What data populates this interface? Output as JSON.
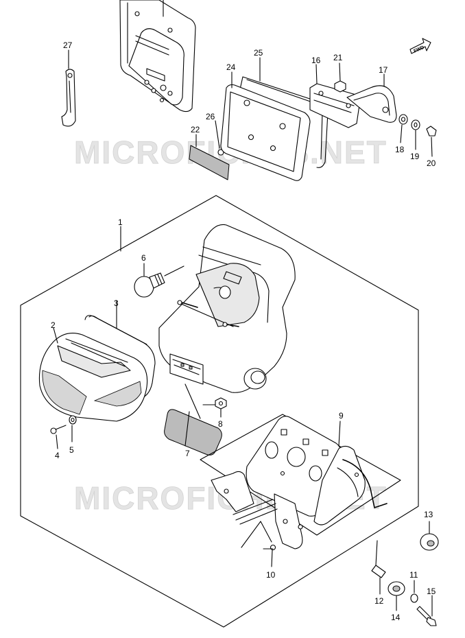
{
  "watermark": "MICROFICHES.NET",
  "fwd_label": "FWD",
  "callouts": [
    {
      "id": "1",
      "label": "1"
    },
    {
      "id": "2",
      "label": "2"
    },
    {
      "id": "3",
      "label": "3"
    },
    {
      "id": "4",
      "label": "4"
    },
    {
      "id": "5",
      "label": "5"
    },
    {
      "id": "6",
      "label": "6"
    },
    {
      "id": "7",
      "label": "7"
    },
    {
      "id": "8",
      "label": "8"
    },
    {
      "id": "9",
      "label": "9"
    },
    {
      "id": "10",
      "label": "10"
    },
    {
      "id": "11",
      "label": "11"
    },
    {
      "id": "12",
      "label": "12"
    },
    {
      "id": "13",
      "label": "13"
    },
    {
      "id": "14",
      "label": "14"
    },
    {
      "id": "15",
      "label": "15"
    },
    {
      "id": "16",
      "label": "16"
    },
    {
      "id": "17",
      "label": "17"
    },
    {
      "id": "18",
      "label": "18"
    },
    {
      "id": "19",
      "label": "19"
    },
    {
      "id": "20",
      "label": "20"
    },
    {
      "id": "21",
      "label": "21"
    },
    {
      "id": "22",
      "label": "22"
    },
    {
      "id": "24",
      "label": "24"
    },
    {
      "id": "25",
      "label": "25"
    },
    {
      "id": "26",
      "label": "26"
    },
    {
      "id": "27",
      "label": "27"
    }
  ]
}
